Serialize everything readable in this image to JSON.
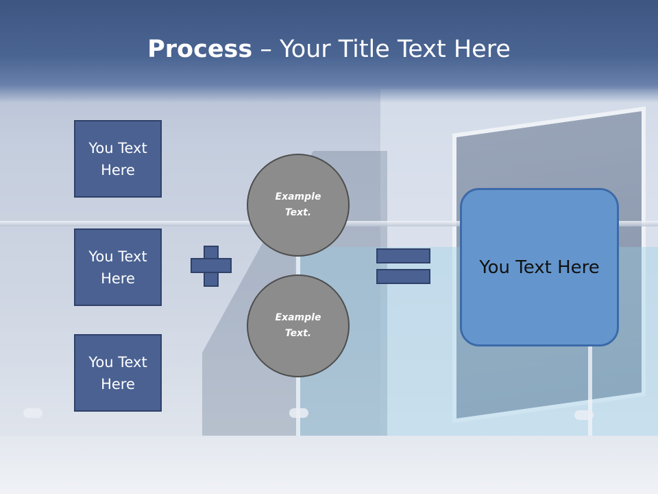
{
  "title": {
    "bold": "Process",
    "rest": " – Your Title Text Here"
  },
  "left_boxes": [
    {
      "label": "You Text\nHere"
    },
    {
      "label": "You Text\nHere"
    },
    {
      "label": "You Text\nHere"
    }
  ],
  "circles": [
    {
      "label": "Example\nText."
    },
    {
      "label": "Example\nText."
    }
  ],
  "operators": {
    "plus": "plus-sign",
    "equals": "equals-sign"
  },
  "result": {
    "label": "You Text Here"
  },
  "colors": {
    "header": "#3d5581",
    "box_fill": "#4a6191",
    "circle_fill": "#8c8c8c",
    "result_fill": "#6496cd"
  }
}
